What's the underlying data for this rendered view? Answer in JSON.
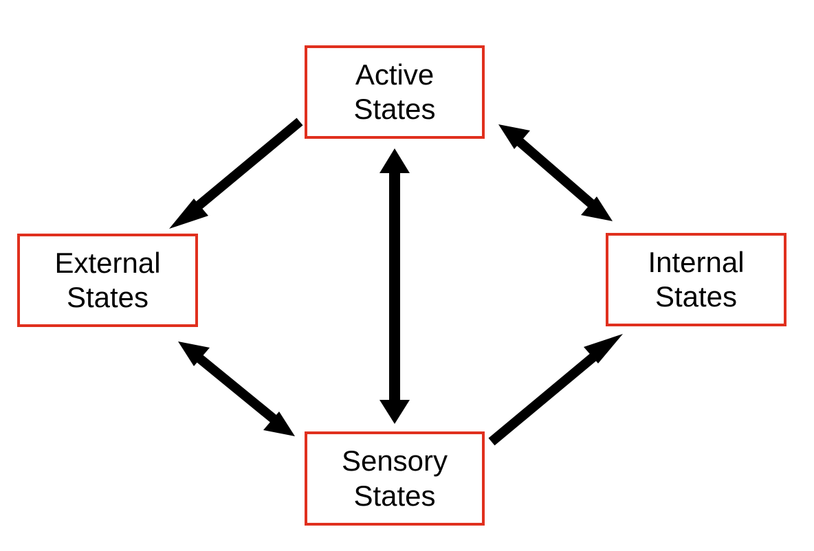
{
  "nodes": {
    "active": {
      "line1": "Active",
      "line2": "States"
    },
    "external": {
      "line1": "External",
      "line2": "States"
    },
    "internal": {
      "line1": "Internal",
      "line2": "States"
    },
    "sensory": {
      "line1": "Sensory",
      "line2": "States"
    }
  },
  "colors": {
    "box_border": "#e0301e",
    "arrow": "#000000",
    "text": "#000000"
  },
  "edges": [
    {
      "from": "active",
      "to": "external",
      "direction": "one-way"
    },
    {
      "from": "active",
      "to": "sensory",
      "direction": "two-way"
    },
    {
      "from": "active",
      "to": "internal",
      "direction": "two-way"
    },
    {
      "from": "external",
      "to": "sensory",
      "direction": "two-way"
    },
    {
      "from": "sensory",
      "to": "internal",
      "direction": "one-way"
    }
  ]
}
